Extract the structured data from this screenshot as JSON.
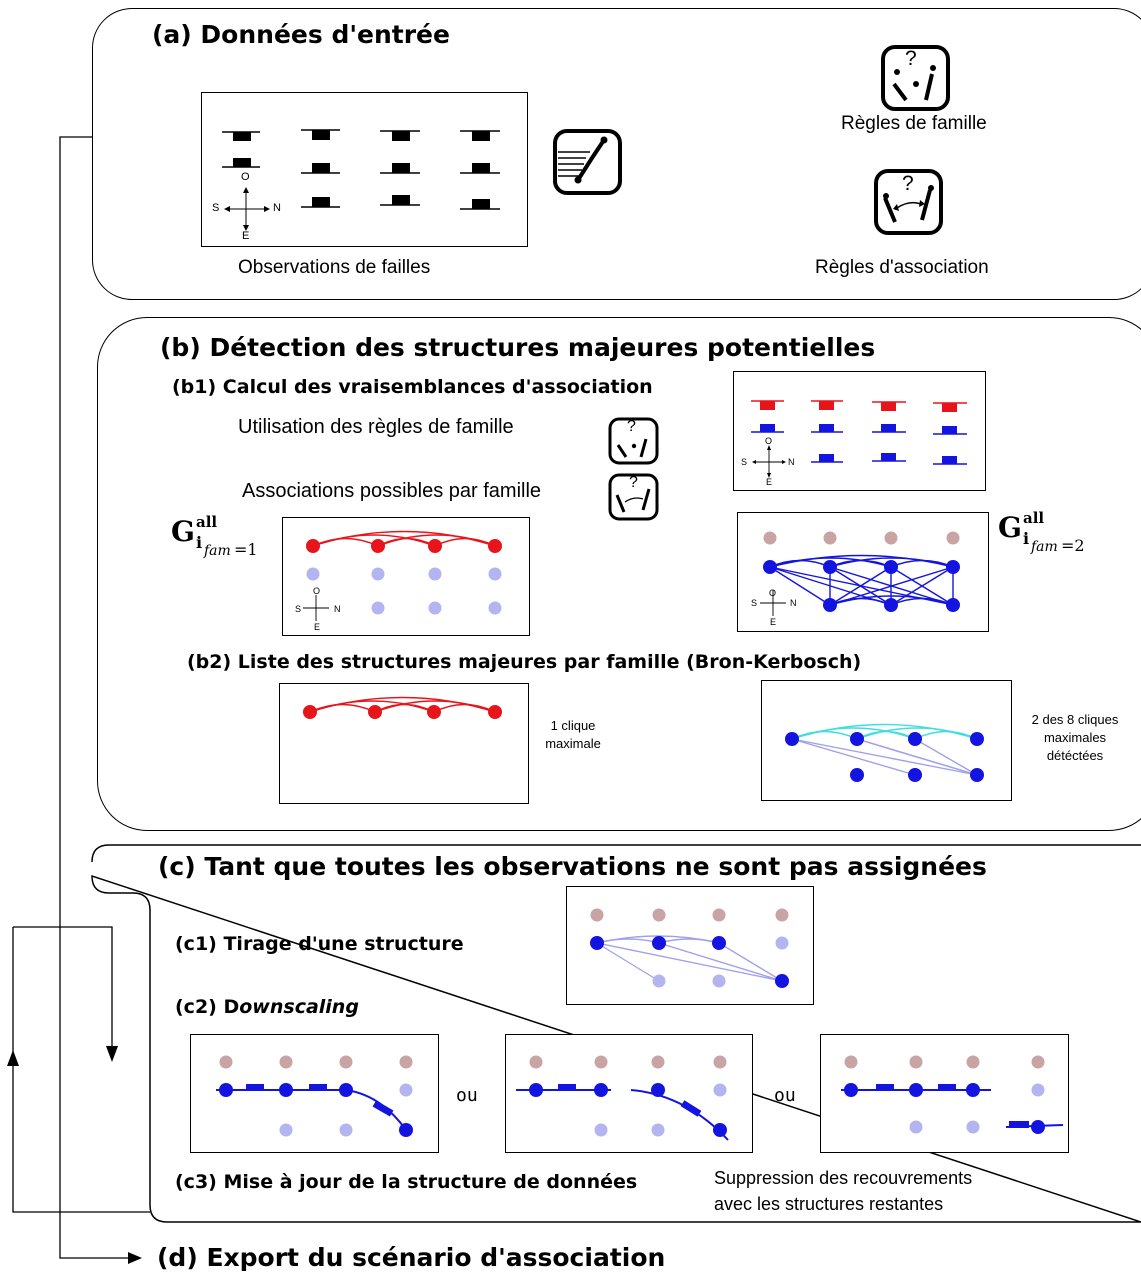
{
  "panels": {
    "a": {
      "title": "(a) Données d'entrée",
      "obs_caption": "Observations de failles",
      "family_rules": "Règles de famille",
      "assoc_rules": "Règles d'association",
      "question_mark": "?"
    },
    "b": {
      "title": "(b) Détection des structures majeures potentielles",
      "b1_title": "(b1) Calcul des vraisemblances d'association",
      "b1_line1": "Utilisation des règles de famille",
      "b1_line2": "Associations possibles par famille",
      "graph1_label": "G",
      "graph1_sup": "all",
      "graph1_sub": "i",
      "graph1_subsub": "fam",
      "graph1_eq": "=1",
      "graph2_label": "G",
      "graph2_sup": "all",
      "graph2_sub": "i",
      "graph2_subsub": "fam",
      "graph2_eq": "=2",
      "b2_title": "(b2) Liste des structures majeures par famille (Bron-Kerbosch)",
      "b2_note1": "1 clique maximale",
      "b2_note2": "2 des 8 cliques maximales détéctées"
    },
    "c": {
      "title": "(c) Tant que toutes les observations ne sont pas assignées",
      "c1": "(c1) Tirage d'une structure",
      "c2_prefix": "(c2) D",
      "c2_italic": "ownscaling",
      "c3": "(c3) Mise à jour de la structure de données",
      "c3_note_line1": "Suppression des recouvrements",
      "c3_note_line2": "avec les structures restantes",
      "or_1": "ou",
      "or_2": "ou"
    },
    "d": {
      "title": "(d) Export du scénario d'association"
    }
  },
  "compass": {
    "north": "N",
    "south": "S",
    "west": "O",
    "east": "E"
  },
  "colors": {
    "red": "#e8141b",
    "blue": "#1414e0",
    "light_blue": "#b4b4f0",
    "brown": "#c8a4a4",
    "cyan": "#3fdede",
    "faded_edge": "#a0a0ec"
  }
}
